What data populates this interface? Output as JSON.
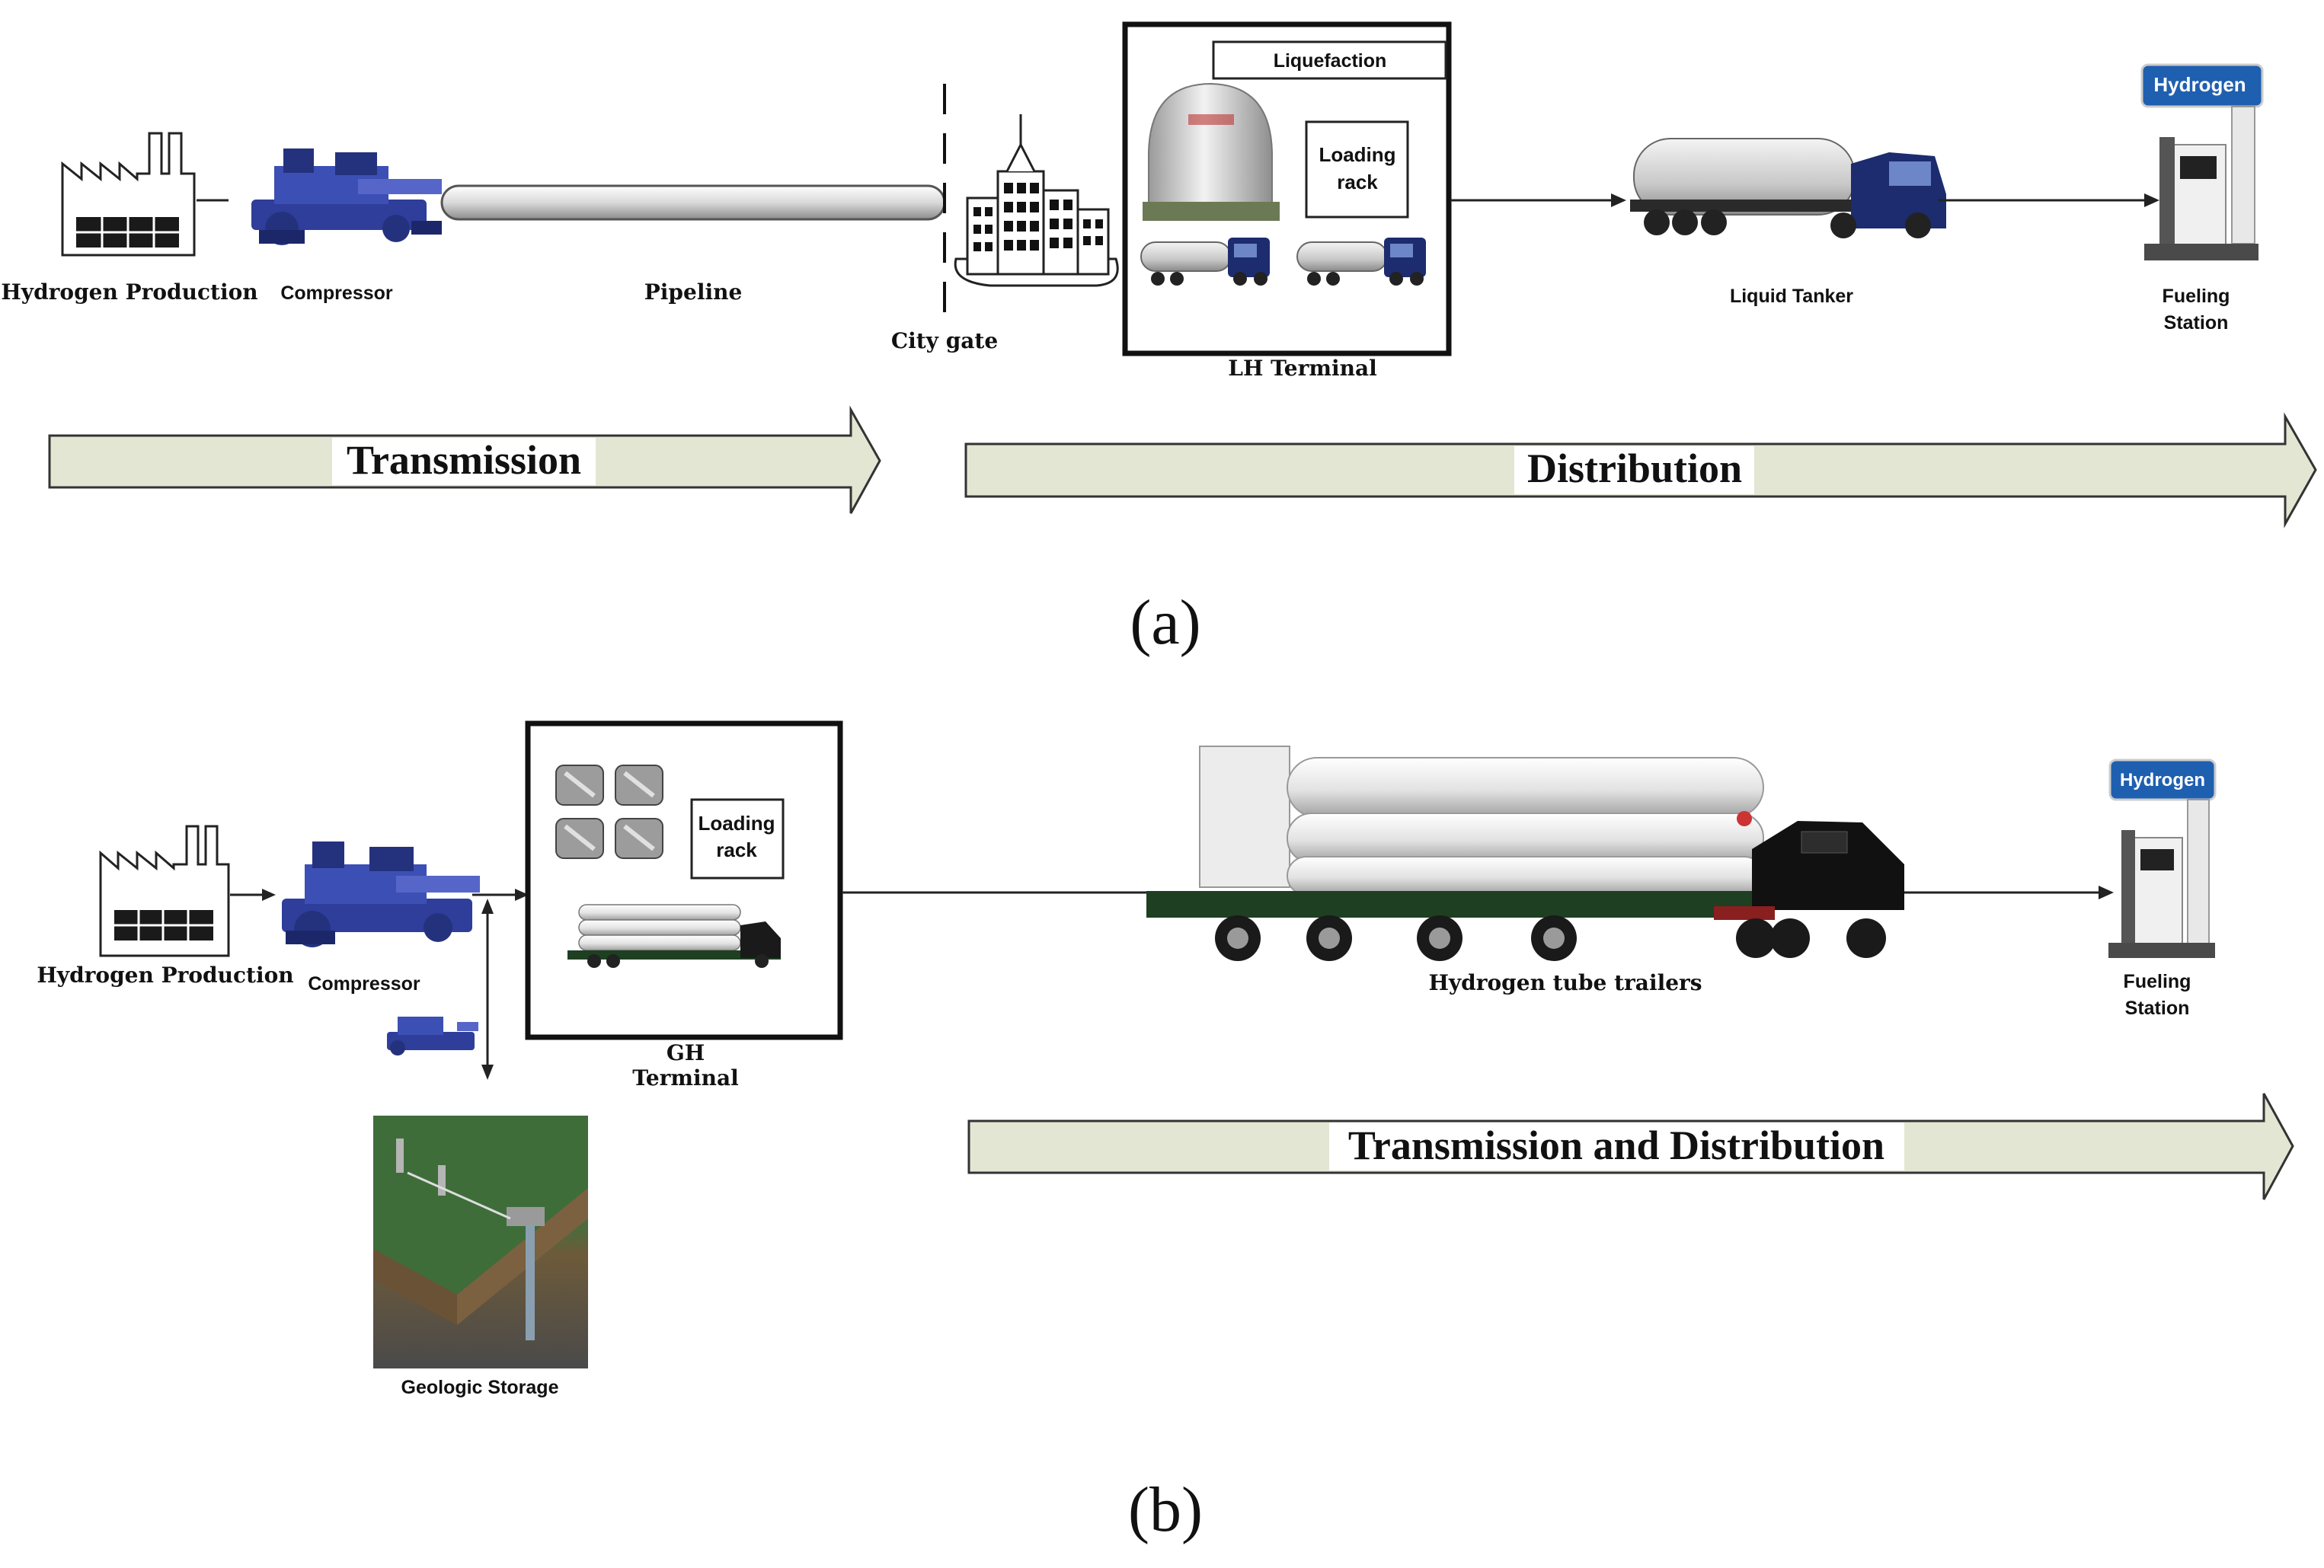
{
  "panel_a": {
    "caption": "(a)",
    "hydrogen_production": "Hydrogen Production",
    "compressor": "Compressor",
    "pipeline": "Pipeline",
    "city_gate": "City gate",
    "liquefaction": "Liquefaction",
    "loading_rack_line1": "Loading",
    "loading_rack_line2": "rack",
    "lh_terminal": "LH Terminal",
    "liquid_tanker": "Liquid Tanker",
    "fueling_station_line1": "Fueling",
    "fueling_station_line2": "Station",
    "station_sign": "Hydrogen",
    "band_transmission": "Transmission",
    "band_distribution": "Distribution"
  },
  "panel_b": {
    "caption": "(b)",
    "hydrogen_production": "Hydrogen Production",
    "compressor": "Compressor",
    "loading_rack_line1": "Loading",
    "loading_rack_line2": "rack",
    "gh_terminal_line1": "GH",
    "gh_terminal_line2": "Terminal",
    "tube_trailers": "Hydrogen tube trailers",
    "fueling_station_line1": "Fueling",
    "fueling_station_line2": "Station",
    "station_sign": "Hydrogen",
    "geologic_storage": "Geologic Storage",
    "band_trans_dist": "Transmission and Distribution"
  },
  "colors": {
    "band_fill": "#e3e6d3",
    "compressor_blue": "#2e3e9a",
    "truck_blue": "#1d2c6e",
    "station_blue": "#1f5fb0",
    "trailer_green": "#1e3f22"
  }
}
